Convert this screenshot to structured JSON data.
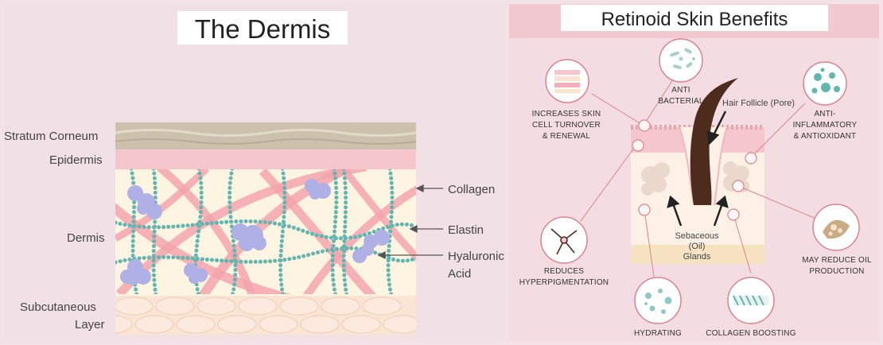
{
  "left_panel": {
    "title": "The Dermis",
    "layers": {
      "stratum_corneum": "Stratum Corneum",
      "epidermis": "Epidermis",
      "dermis": "Dermis",
      "subcutaneous_1": "Subcutaneous",
      "subcutaneous_2": "Layer"
    },
    "fibers": {
      "collagen": "Collagen",
      "elastin": "Elastin",
      "hyaluronic_1": "Hyaluronic",
      "hyaluronic_2": "Acid"
    },
    "colors": {
      "stratum": "#cdc1ad",
      "epidermis": "#f6c6cd",
      "dermis": "#fdf4e2",
      "collagen": "#f3a5ae",
      "elastin": "#63b6b0",
      "hyaluronic": "#aeb0e6",
      "fat": "#fae4d4"
    }
  },
  "right_panel": {
    "title": "Retinoid Skin Benefits",
    "hair_follicle": "Hair Follicle (Pore)",
    "sebaceous_1": "Sebaceous",
    "sebaceous_2": "(Oil)",
    "sebaceous_3": "Glands",
    "benefits": {
      "turnover": [
        "INCREASES SKIN",
        "CELL TURNOVER",
        "& RENEWAL"
      ],
      "antibacterial": [
        "ANTI",
        "BACTERIAL"
      ],
      "antiinflammatory": [
        "ANTI-",
        "INFLAMMATORY",
        "& ANTIOXIDANT"
      ],
      "hyperpigmentation": [
        "REDUCES",
        "HYPERPIGMENTATION"
      ],
      "hydrating": [
        "HYDRATING"
      ],
      "collagen": [
        "COLLAGEN BOOSTING"
      ],
      "oil": [
        "MAY REDUCE OIL",
        "PRODUCTION"
      ]
    },
    "colors": {
      "header_band": "#f2c9d0",
      "circle_stroke": "#d9848f",
      "skin_top": "#f6c6cd",
      "skin_body": "#fdf0e4",
      "hair": "#4d2b1d"
    }
  }
}
